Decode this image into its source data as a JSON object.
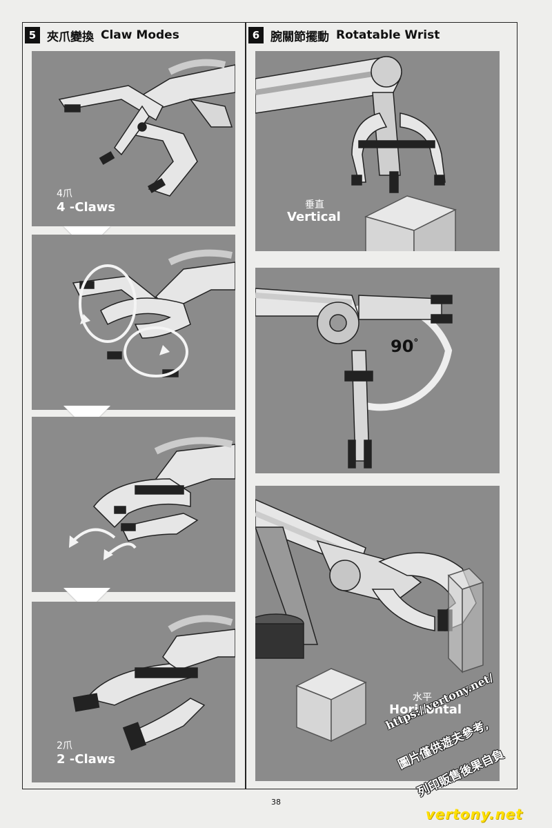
{
  "sections": [
    {
      "step": "5",
      "title_cn": "夾爪變換",
      "title_en": "Claw Modes",
      "panels": [
        {
          "label_cn": "4爪",
          "label_en": "4 -Claws"
        },
        {
          "label_cn": "",
          "label_en": ""
        },
        {
          "label_cn": "",
          "label_en": ""
        },
        {
          "label_cn": "2爪",
          "label_en": "2 -Claws"
        }
      ]
    },
    {
      "step": "6",
      "title_cn": "腕關節擺動",
      "title_en": "Rotatable Wrist",
      "panels": [
        {
          "label_cn": "垂直",
          "label_en": "Vertical"
        },
        {
          "angle": "90",
          "unit": "°"
        },
        {
          "label_cn": "水平",
          "label_en": "Horizontal"
        }
      ]
    }
  ],
  "page_number": "38",
  "watermark": {
    "url": "https://vertony.net/",
    "line1": "圖片僅供遊夫參考,",
    "line2": "列印販售後果自負",
    "brand": "vertony.net"
  },
  "colors": {
    "panel_bg": "#8b8b8b",
    "page_bg": "#eeeeec",
    "watermark_brand": "#ffe000"
  },
  "icons": [
    "down-arrow-icon",
    "rotation-arrow-icon",
    "cube-icon"
  ]
}
